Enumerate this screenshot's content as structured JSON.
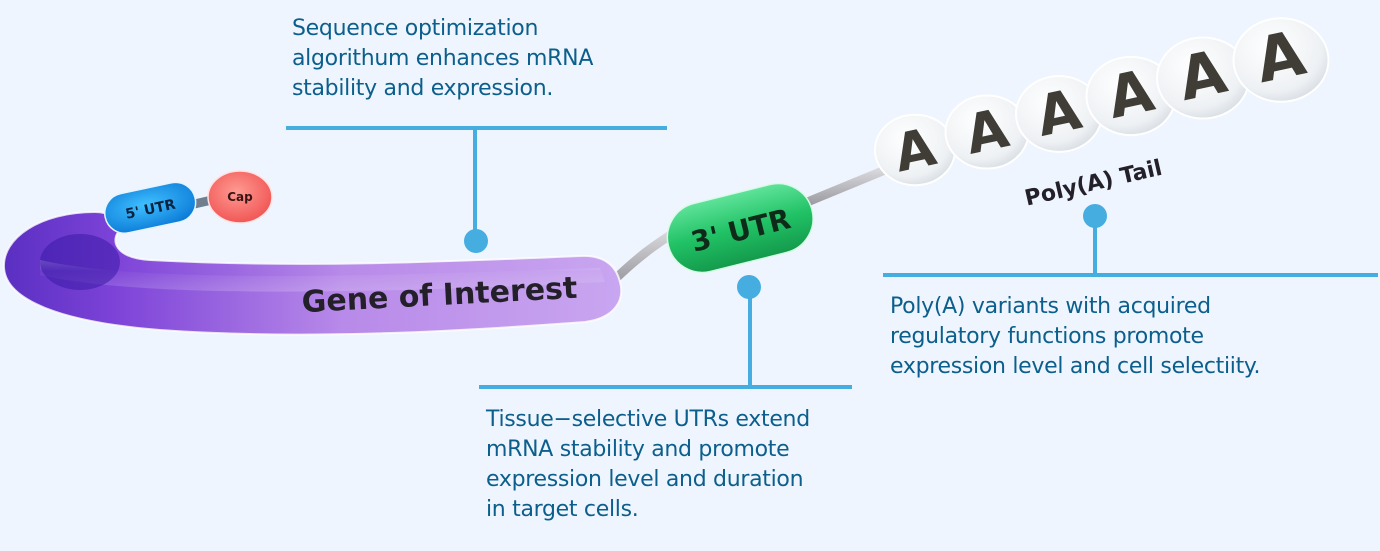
{
  "diagram": {
    "title": "mRNA construct elements",
    "components": {
      "cap": "Cap",
      "utr5": "5' UTR",
      "gene": "Gene of Interest",
      "utr3": "3' UTR",
      "polya_letter": "A",
      "polya_count": 6,
      "polya_label": "Poly(A) Tail"
    },
    "callouts": {
      "sequence": "Sequence optimization\nalgorithum enhances mRNA\nstability and expression.",
      "utr": "Tissue−selective UTRs extend\nmRNA stability and promote\nexpression level and duration\nin target cells.",
      "polya": "Poly(A) variants with acquired\nregulatory functions promote\nexpression level and cell selectiity."
    },
    "colors": {
      "background": "#eef5fe",
      "callout_line": "#45ade0",
      "caption_text": "#0c5f8c",
      "gene": "#a36be6",
      "utr5": "#1a9ee8",
      "cap": "#f26a6a",
      "utr3": "#22c26a",
      "bead": "#f4f6f8"
    }
  }
}
